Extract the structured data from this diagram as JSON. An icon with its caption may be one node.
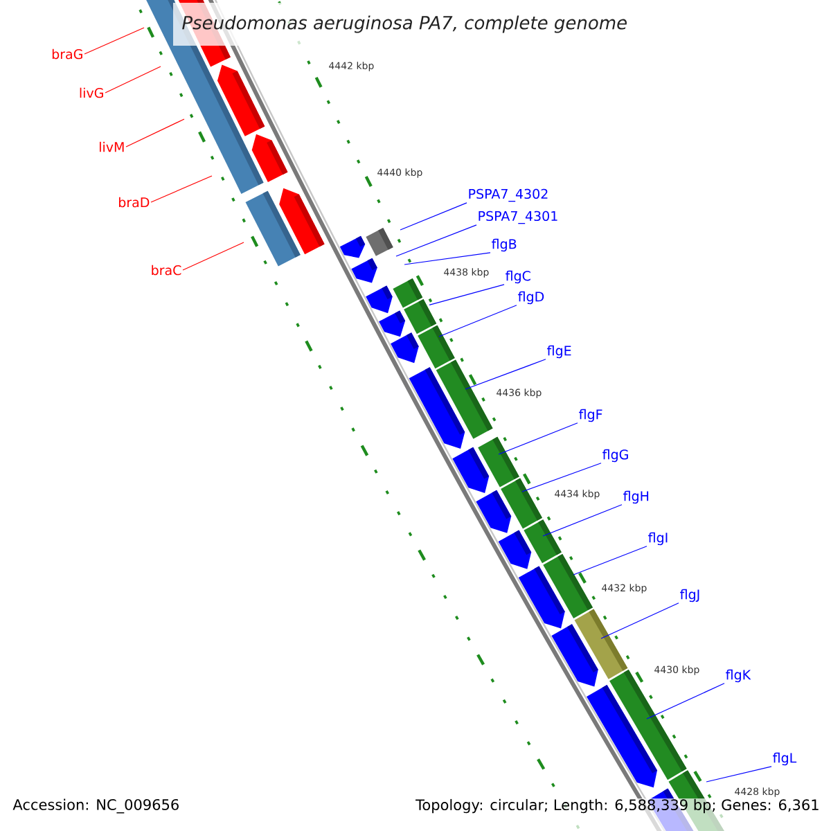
{
  "diagram": {
    "title": "Pseudomonas aeruginosa PA7, complete genome",
    "nodes": [
      {
        "text": [
          "braG"
        ]
      },
      {
        "text": [
          "livG"
        ]
      },
      {
        "text": [
          "livM"
        ]
      },
      {
        "text": [
          "braD"
        ]
      },
      {
        "text": [
          "braC"
        ]
      },
      {
        "text": [
          "PSPA7_4302"
        ]
      },
      {
        "text": [
          "PSPA7_4301"
        ]
      },
      {
        "text": [
          "flgB"
        ]
      },
      {
        "text": [
          "flgC"
        ]
      },
      {
        "text": [
          "flgD"
        ]
      },
      {
        "text": [
          "flgE"
        ]
      },
      {
        "text": [
          "flgF"
        ]
      },
      {
        "text": [
          "flgG"
        ]
      },
      {
        "text": [
          "flgH"
        ]
      },
      {
        "text": [
          "flgI"
        ]
      },
      {
        "text": [
          "flgJ"
        ]
      },
      {
        "text": [
          "flgK"
        ]
      },
      {
        "text": [
          "flgL"
        ]
      }
    ],
    "edges": [
      {
        "from": 0,
        "to": null,
        "arrow": "none",
        "color": "#ff0000"
      },
      {
        "from": 1,
        "to": null,
        "arrow": "none",
        "color": "#ff0000"
      },
      {
        "from": 2,
        "to": null,
        "arrow": "none",
        "color": "#ff0000"
      },
      {
        "from": 3,
        "to": null,
        "arrow": "none",
        "color": "#ff0000"
      },
      {
        "from": 4,
        "to": null,
        "arrow": "none",
        "color": "#ff0000"
      },
      {
        "from": 5,
        "to": null,
        "arrow": "none"
      },
      {
        "from": 6,
        "to": null,
        "arrow": "none"
      },
      {
        "from": 7,
        "to": null,
        "arrow": "none"
      },
      {
        "from": 8,
        "to": null,
        "arrow": "none"
      },
      {
        "from": 9,
        "to": null,
        "arrow": "none"
      },
      {
        "from": 10,
        "to": null,
        "arrow": "none"
      },
      {
        "from": 11,
        "to": null,
        "arrow": "none"
      },
      {
        "from": 12,
        "to": null,
        "arrow": "none"
      },
      {
        "from": 13,
        "to": null,
        "arrow": "none"
      },
      {
        "from": 14,
        "to": null,
        "arrow": "none"
      },
      {
        "from": 15,
        "to": null,
        "arrow": "none"
      },
      {
        "from": 16,
        "to": null,
        "arrow": "none"
      },
      {
        "from": 17,
        "to": null,
        "arrow": "none"
      }
    ],
    "labels": [
      "4442 kbp",
      "4440 kbp",
      "4438 kbp",
      "4436 kbp",
      "4434 kbp",
      "4432 kbp",
      "4430 kbp",
      "4428 kbp",
      "Accession: NC_009656",
      "Topology: circular; Length: 6,588,339 bp; Genes: 6,361"
    ]
  }
}
